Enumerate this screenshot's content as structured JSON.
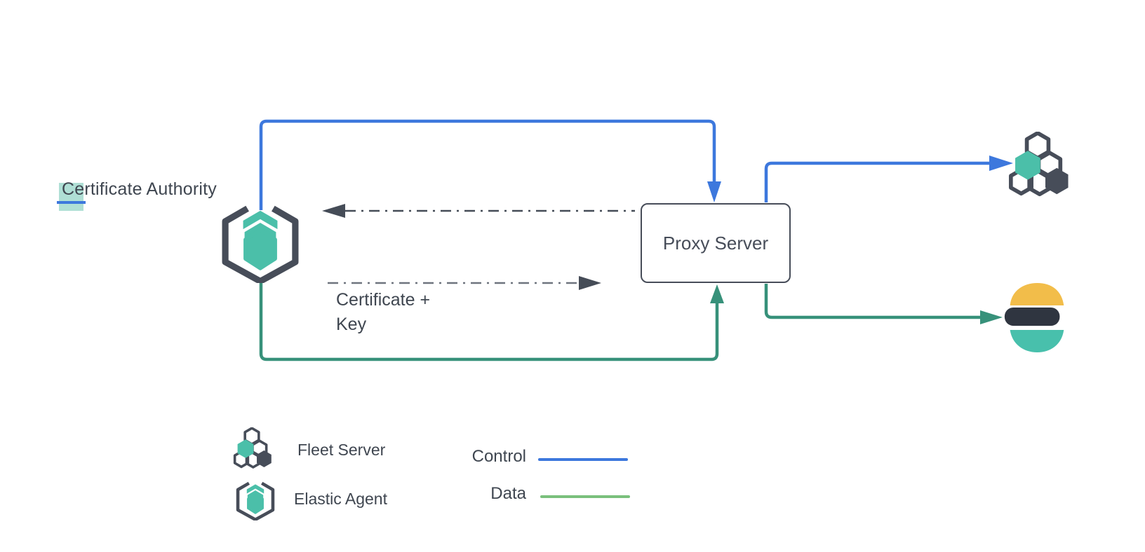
{
  "diagram": {
    "title_node": {
      "label": "Certificate Authority"
    },
    "proxy_node": {
      "label": "Proxy Server"
    },
    "annotation": {
      "certificate_key": "Certificate +\nKey"
    },
    "icons": {
      "elastic_agent": "elastic-agent-icon",
      "fleet_server": "fleet-server-icon",
      "elasticsearch": "elasticsearch-icon"
    },
    "flows": [
      {
        "name": "control-loop",
        "from": "elastic-agent",
        "to": "proxy-server",
        "color": "#3d78dd"
      },
      {
        "name": "control-to-fleet-server",
        "from": "proxy-server",
        "to": "fleet-server",
        "color": "#3d78dd"
      },
      {
        "name": "data-loop",
        "from": "elastic-agent",
        "to": "proxy-server",
        "color": "#37917a"
      },
      {
        "name": "data-to-elasticsearch",
        "from": "proxy-server",
        "to": "elasticsearch",
        "color": "#37917a"
      },
      {
        "name": "certificate-request",
        "style": "dash-dot",
        "direction": "left",
        "color": "#454c57"
      },
      {
        "name": "certificate-plus-key",
        "style": "dash-dot",
        "direction": "right",
        "color": "#6e747e"
      }
    ]
  },
  "legend": {
    "items": [
      {
        "icon": "fleet-server-icon",
        "label": "Fleet Server"
      },
      {
        "icon": "elastic-agent-icon",
        "label": "Elastic Agent"
      }
    ],
    "lines": [
      {
        "label": "Control",
        "color": "#3d78dd"
      },
      {
        "label": "Data",
        "color": "#7ac07c"
      }
    ]
  },
  "colors": {
    "background": "#ffffff",
    "control_blue": "#3d78dd",
    "data_green": "#37917a",
    "legend_data_green": "#7ac07c",
    "teal": "#4bbfa9",
    "dark_slate": "#474d59",
    "elastic_yellow": "#f2bd4a",
    "elastic_dark": "#2f3540",
    "elastic_teal": "#48c0ac",
    "text": "#3f4650",
    "highlight_teal": "rgba(77,184,161,0.45)"
  }
}
